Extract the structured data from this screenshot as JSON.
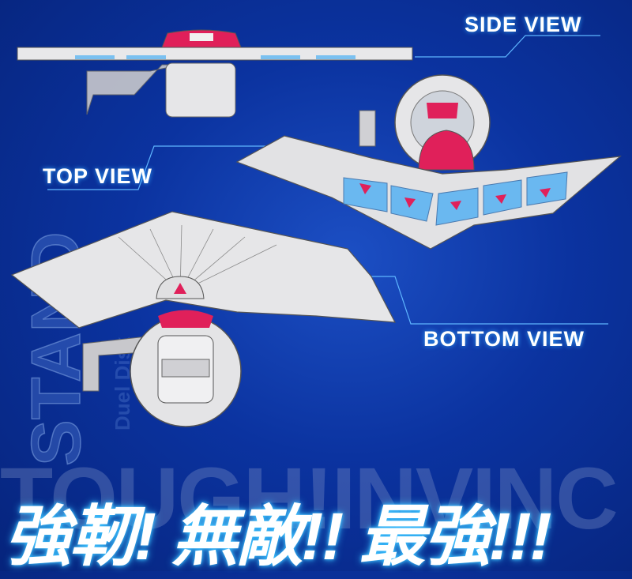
{
  "labels": {
    "side_view": "SIDE VIEW",
    "top_view": "TOP VIEW",
    "bottom_view": "BOTTOM VIEW"
  },
  "headline": "強靭! 無敵!! 最強!!!",
  "watermarks": {
    "bottom": "TOUGH!INVINC",
    "vertical": "STAND",
    "vertical_small": "Duel Disk"
  },
  "colors": {
    "background": "#0b33a0",
    "accent_pink": "#e0205a",
    "card_zone_blue": "#6ab8f0",
    "body_silver": "#dcdcdc"
  }
}
